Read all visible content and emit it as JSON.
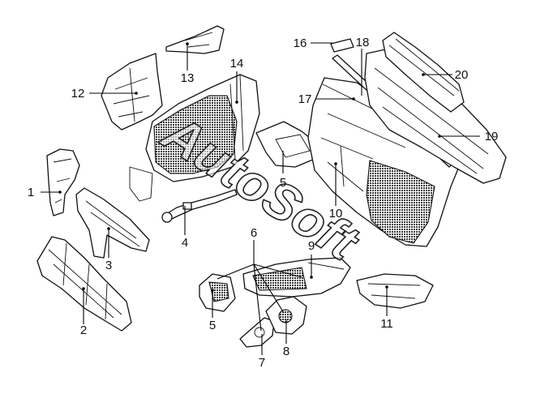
{
  "watermark": "AutoSoft",
  "colors": {
    "line": "#111111",
    "background": "#ffffff",
    "shading": "#3a3a3a"
  },
  "callouts": [
    {
      "id": "1",
      "label": "1"
    },
    {
      "id": "2",
      "label": "2"
    },
    {
      "id": "3",
      "label": "3"
    },
    {
      "id": "4",
      "label": "4"
    },
    {
      "id": "5a",
      "label": "5"
    },
    {
      "id": "5b",
      "label": "5"
    },
    {
      "id": "6",
      "label": "6"
    },
    {
      "id": "7",
      "label": "7"
    },
    {
      "id": "8",
      "label": "8"
    },
    {
      "id": "9",
      "label": "9"
    },
    {
      "id": "10",
      "label": "10"
    },
    {
      "id": "11",
      "label": "11"
    },
    {
      "id": "12",
      "label": "12"
    },
    {
      "id": "13",
      "label": "13"
    },
    {
      "id": "14",
      "label": "14"
    },
    {
      "id": "16",
      "label": "16"
    },
    {
      "id": "17",
      "label": "17"
    },
    {
      "id": "18",
      "label": "18"
    },
    {
      "id": "19",
      "label": "19"
    },
    {
      "id": "20",
      "label": "20"
    }
  ]
}
